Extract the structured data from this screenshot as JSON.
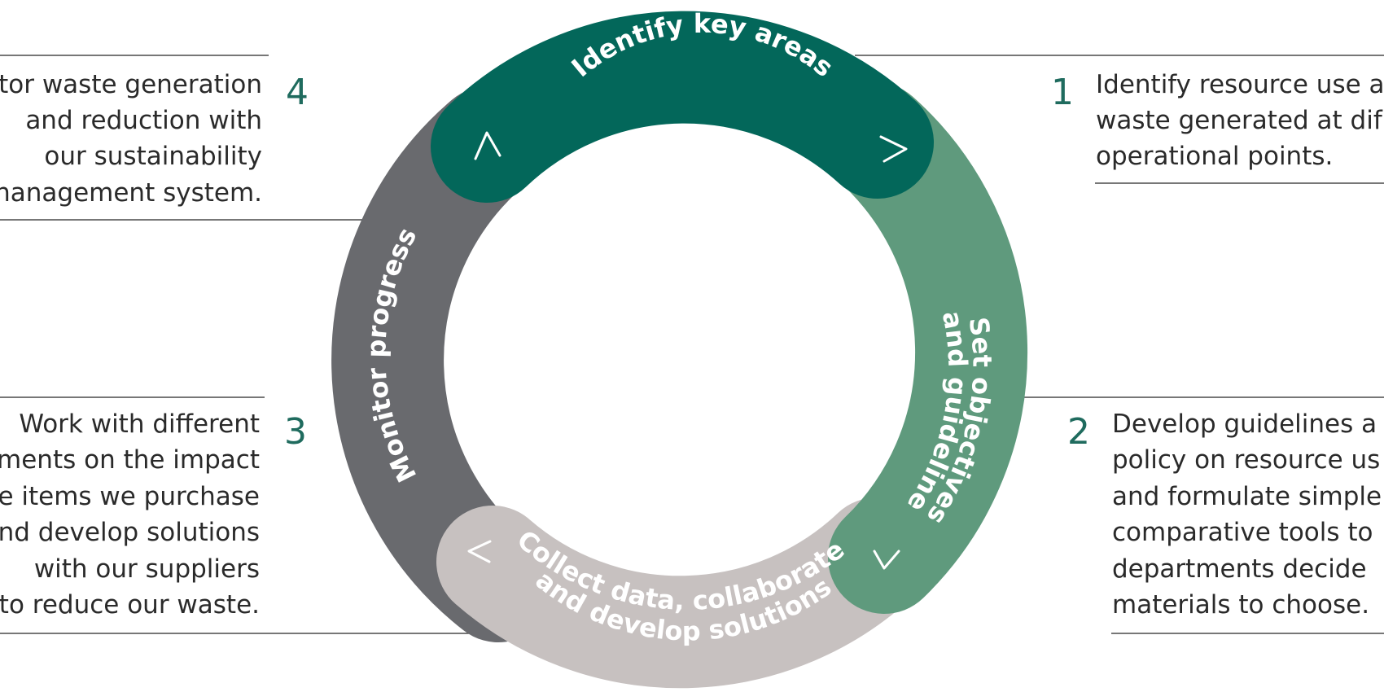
{
  "steps": [
    {
      "number": "1",
      "cycle_label": "Identify key areas",
      "description_lines": [
        "Identify resource use a",
        "waste generated at dif",
        "operational points."
      ],
      "color": "#03675a"
    },
    {
      "number": "2",
      "cycle_label_lines": [
        "Set objectives",
        "and guideline"
      ],
      "description_lines": [
        "Develop guidelines a",
        "policy on resource us",
        "and formulate simple",
        "comparative tools to",
        "departments decide",
        "materials to choose."
      ],
      "color": "#5f9a7d"
    },
    {
      "number": "3",
      "cycle_label_lines": [
        "Collect data, collaborate",
        "and develop solutions"
      ],
      "description_lines": [
        "Work with different",
        "ments on the impact",
        "e items we purchase",
        "nd develop solutions",
        "with our suppliers",
        "to reduce our waste."
      ],
      "color": "#c7c1c0"
    },
    {
      "number": "4",
      "cycle_label": "Monitor progress",
      "description_lines": [
        "tor waste generation",
        "and reduction with",
        "our sustainability",
        "nanagement system."
      ],
      "color": "#696a6e"
    }
  ],
  "colors": {
    "number_text": "#1f6b5e",
    "body_text": "#2a2a2a",
    "connector_line": "#4a4a4a",
    "background": "#ffffff"
  },
  "icons": {
    "arrow": "chevron-arrow-icon"
  }
}
